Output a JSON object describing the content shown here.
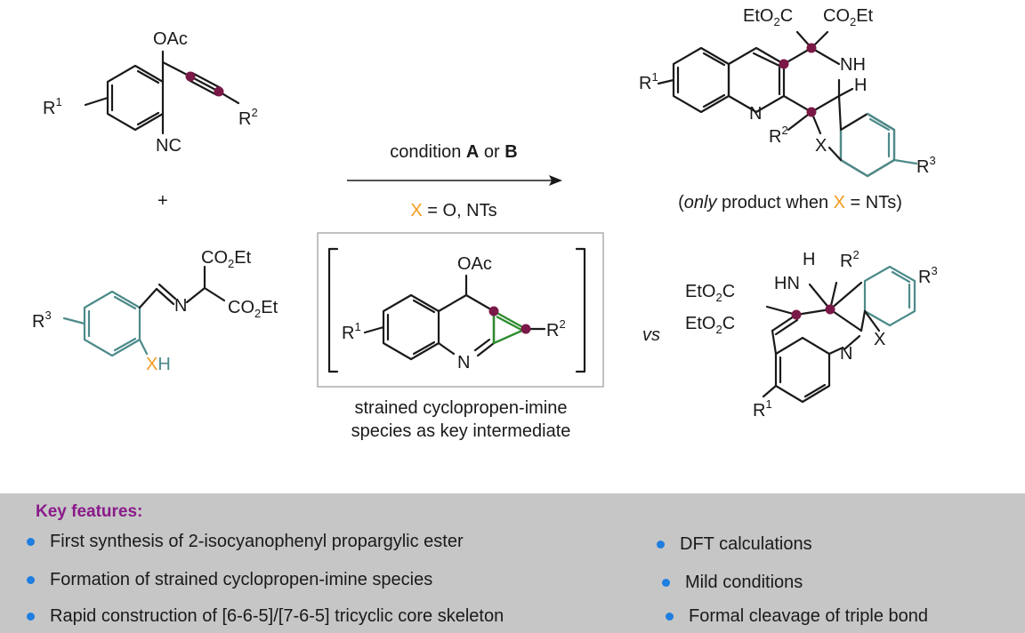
{
  "colors": {
    "bond": "#1a1a1a",
    "aryl_ring_teal": "#4d8a8a",
    "r2_brown": "#8b5a1b",
    "x_orange": "#f29b1e",
    "reactive_dot": "#7a1848",
    "cyclopropene_green": "#2e8b2e",
    "heading_purple": "#8a1a8a",
    "bullet_blue": "#1f7ee0",
    "panel_gray": "#c6c6c6"
  },
  "labels": {
    "oac": "OAc",
    "nc": "NC",
    "plus": "+",
    "n": "N",
    "xh_x": "X",
    "xh_h": "H",
    "nh": "NH",
    "hn": "HN",
    "h": "H",
    "x": "X",
    "vs": "vs",
    "co2et_co": "CO",
    "co2et_sub": "2",
    "co2et_et": "Et",
    "eto2c_eto": "EtO",
    "eto2c_sub": "2",
    "eto2c_c": "C",
    "r": "R",
    "r1_sup": "1",
    "r2_sup": "2",
    "r3_sup": "3"
  },
  "arrow": {
    "condition_prefix": "condition ",
    "condition_a": "A",
    "condition_or": " or ",
    "condition_b": "B",
    "x_label": "X",
    "x_values": " = O, NTs"
  },
  "intermediate_caption": {
    "line1": "strained cyclopropen-imine",
    "line2": "species as key intermediate"
  },
  "product_note": {
    "open": "(",
    "only": "only",
    "middle": " product when ",
    "x": "X",
    "tail": " = NTs)"
  },
  "features": {
    "heading": "Key features:",
    "items": [
      "First synthesis of 2-isocyanophenyl propargylic ester",
      "Formation of strained cyclopropen-imine species",
      "Rapid construction of [6-6-5]/[7-6-5] tricyclic core skeleton",
      "DFT calculations",
      "Mild conditions",
      "Formal cleavage of triple bond"
    ]
  }
}
